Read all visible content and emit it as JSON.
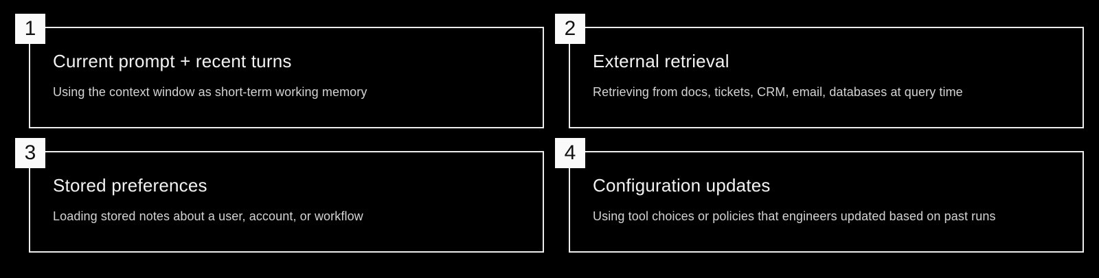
{
  "canvas": {
    "background_color": "#000000",
    "card_border_color": "#ededed",
    "badge_background_color": "#fafafa",
    "badge_text_color": "#111111",
    "title_color": "#f2f2f2",
    "subtitle_color": "#d4d4d4"
  },
  "cards": [
    {
      "number": "1",
      "title": "Current prompt + recent turns",
      "subtitle": "Using the context window as short-term working memory"
    },
    {
      "number": "2",
      "title": "External retrieval",
      "subtitle": "Retrieving from docs, tickets, CRM, email, databases at query time"
    },
    {
      "number": "3",
      "title": "Stored preferences",
      "subtitle": "Loading stored notes about a user, account, or workflow"
    },
    {
      "number": "4",
      "title": "Configuration updates",
      "subtitle": "Using tool choices or policies that engineers updated based on past runs"
    }
  ]
}
